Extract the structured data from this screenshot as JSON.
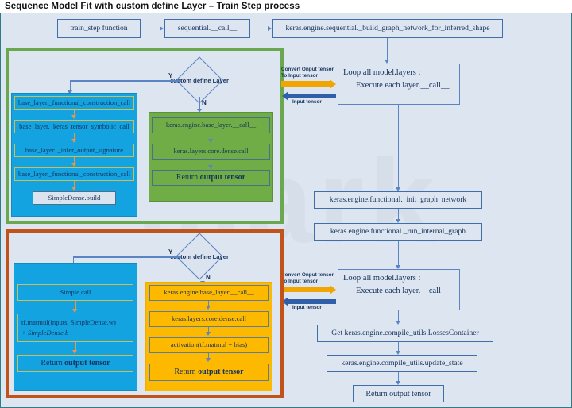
{
  "title": "Sequence Model Fit with custom define Layer – Train Step process",
  "top_row": {
    "box1": "train_step function",
    "box2": "sequential.__call__",
    "box3": "keras.engine.sequential._build_graph_network_for_inferred_shape"
  },
  "decision": {
    "label": "custom define Layer",
    "yes": "Y",
    "no": "N"
  },
  "loop_box": {
    "line1": "Loop all model.layers :",
    "line2": "Execute each layer.__call__",
    "out_label_line1": "Convert Onput tensor",
    "out_label_line2": "To Input tensor",
    "in_label": "Input tensor"
  },
  "green_panel": {
    "blue_block": [
      "base_layer._functional_construction_call",
      "base_layer._keras_tensor_symbolic_call",
      "base_layer. _infer_output_signature",
      "base_layer._functional_construction_call",
      "SimpleDense.build"
    ],
    "green_block": [
      "keras.engine.base_layer.__call__",
      "keras.layers.core.dense.call",
      "Return output tensor"
    ]
  },
  "orange_panel": {
    "blue_block": [
      "Simple.call",
      "tf.matmul(inputs, SimpleDense.w)",
      "+ SimpleDense.b",
      "Return output tensor"
    ],
    "amber_block": [
      "keras.engine.base_layer.__call__",
      "keras.layers.core.dense.call",
      "activation(tf.matmul + bias)",
      "Return output tensor"
    ]
  },
  "right_column": {
    "init_graph": "keras.engine.functional._init_graph_network",
    "run_internal": "keras.engine.functional._run_internal_graph",
    "losses_container": "Get keras.engine.compile_utils.LossesContainer",
    "update_state": "keras.engine.compile_utils.update_state",
    "return_tensor": "Return output tensor"
  },
  "colors": {
    "frame_border": "#2e7d85",
    "frame_bg": "#dde5f0",
    "green_panel": "#6aa84f",
    "orange_panel": "#c1531a",
    "blue_block": "#13a3e0",
    "green_block": "#70ad47",
    "amber_block": "#fcb900",
    "arrow_blue": "#5b84c4",
    "arrow_yellow": "#f0a500",
    "arrow_darkblue": "#2f5fa8",
    "arrow_orange": "#e8954b"
  }
}
